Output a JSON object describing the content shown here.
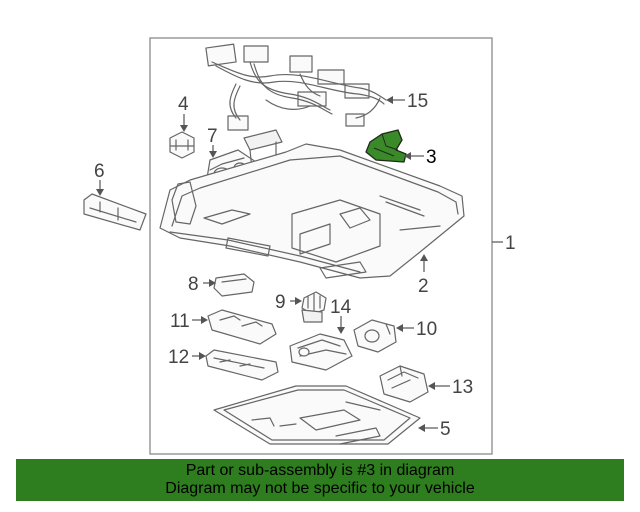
{
  "diagram": {
    "callouts": {
      "c1": "1",
      "c2": "2",
      "c3": "3",
      "c4": "4",
      "c5": "5",
      "c6": "6",
      "c7": "7",
      "c8": "8",
      "c9": "9",
      "c10": "10",
      "c11": "11",
      "c12": "12",
      "c13": "13",
      "c14": "14",
      "c15": "15"
    },
    "highlighted_callout": "3",
    "highlight_color": "#3a8a2a"
  },
  "caption": {
    "line1": "Part or sub-assembly is #3 in diagram",
    "line2": "Diagram may not be specific to your vehicle",
    "background": "#2e7d1e"
  }
}
